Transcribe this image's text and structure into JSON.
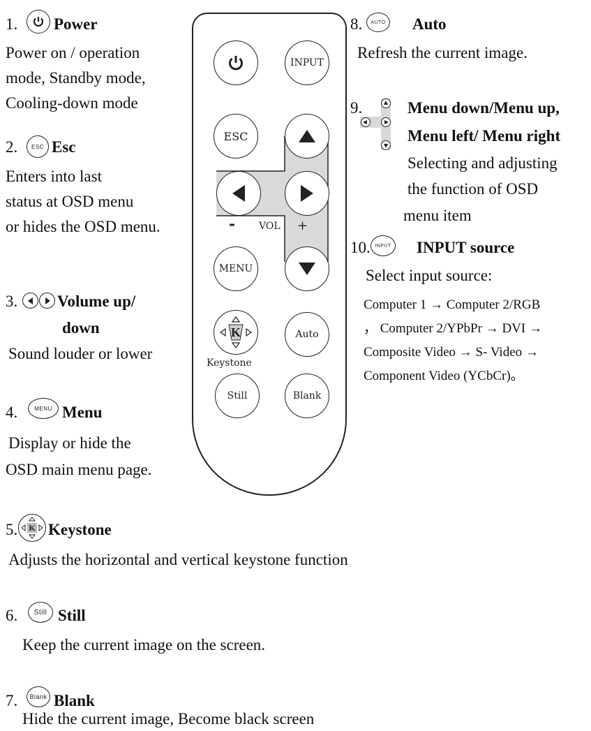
{
  "items": {
    "power": {
      "num": "1.",
      "icon_text": "",
      "title": "Power",
      "desc": [
        "Power on / operation",
        "mode, Standby mode,",
        "Cooling-down mode"
      ]
    },
    "esc": {
      "num": "2.",
      "icon_text": "ESC",
      "title": "Esc",
      "desc": [
        "Enters into last",
        "status at OSD menu",
        "or hides the OSD menu."
      ]
    },
    "volume": {
      "num": "3.",
      "title_line1": "Volume up/",
      "title_line2": "down",
      "desc": [
        "Sound louder or lower"
      ]
    },
    "menu": {
      "num": "4.",
      "icon_text": "MENU",
      "title": "Menu",
      "desc": [
        "Display or hide the",
        "OSD main menu page."
      ]
    },
    "keystone": {
      "num": "5.",
      "icon_text": "K",
      "title": "Keystone",
      "desc": [
        "Adjusts the horizontal and vertical keystone function"
      ]
    },
    "still": {
      "num": "6.",
      "icon_text": "Still",
      "title": "Still",
      "desc": [
        "Keep the current image on the screen."
      ]
    },
    "blank": {
      "num": "7.",
      "icon_text": "Blank",
      "title": "Blank",
      "desc": [
        "Hide the current image, Become black screen"
      ]
    },
    "auto": {
      "num": "8.",
      "icon_text": "AUTO",
      "title": "Auto",
      "desc": [
        "Refresh the current image."
      ]
    },
    "menu_nav": {
      "num": "9.",
      "title_line1": "Menu down/Menu up,",
      "title_line2": "Menu left/ Menu right",
      "desc": [
        "Selecting and adjusting",
        "the function of OSD",
        "menu item"
      ]
    },
    "input": {
      "num": "10.",
      "icon_text": "INPUT",
      "title": "INPUT source",
      "desc": [
        "Select input source:"
      ],
      "sources": [
        "Computer 1 → Computer 2/RGB",
        "， Computer 2/YPbPr → DVI →",
        "Composite Video → S- Video →",
        "Component Video (YCbCr)。"
      ]
    }
  },
  "remote": {
    "input": "INPUT",
    "esc": "ESC",
    "vol": "VOL",
    "minus": "-",
    "plus": "+",
    "menu": "MENU",
    "auto": "Auto",
    "keystone": "Keystone",
    "keystone_k": "K",
    "still": "Still",
    "blank": "Blank"
  }
}
